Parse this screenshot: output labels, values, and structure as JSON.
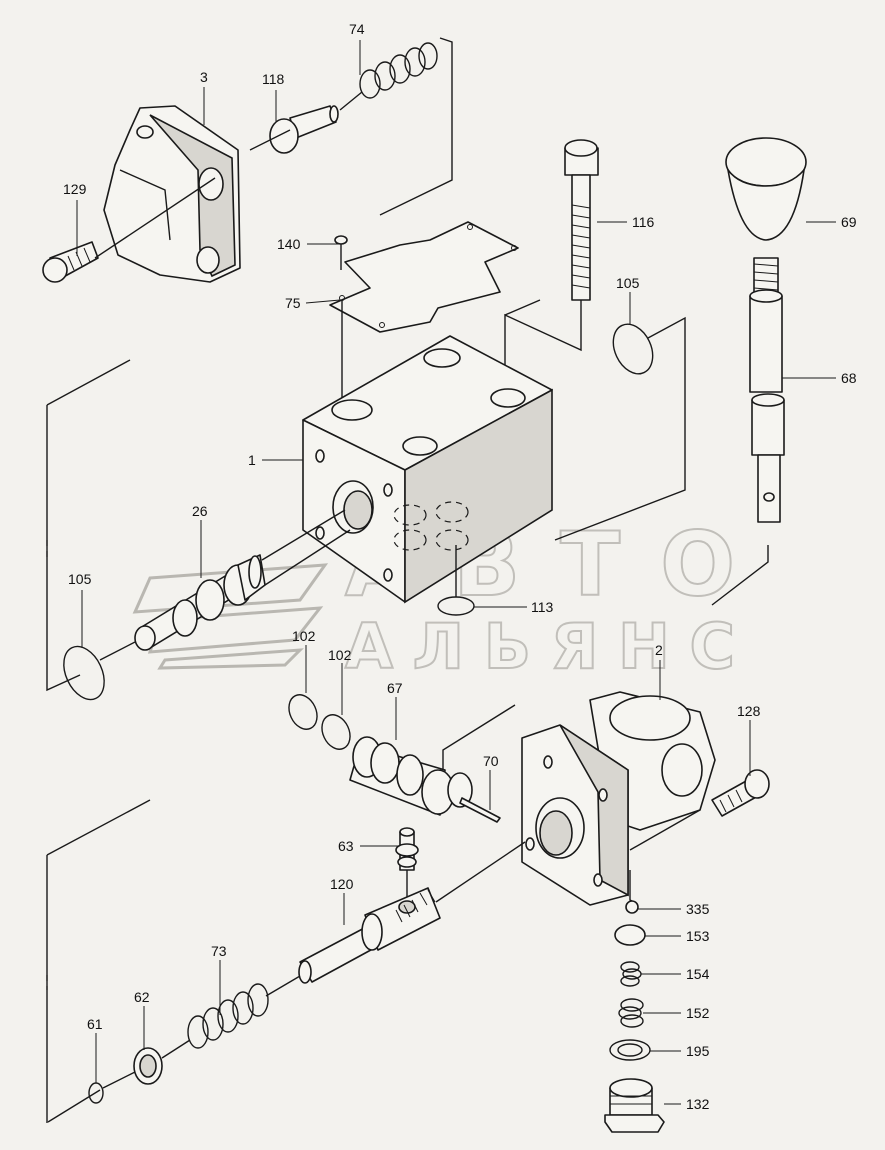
{
  "watermark": {
    "line1": "АВТО",
    "line2": "АЛЬЯНС"
  },
  "callouts": {
    "c74": "74",
    "c3": "3",
    "c118": "118",
    "c129": "129",
    "c140": "140",
    "c75": "75",
    "c116": "116",
    "c69": "69",
    "c105a": "105",
    "c68": "68",
    "c1": "1",
    "c26": "26",
    "c105b": "105",
    "c113": "113",
    "c102a": "102",
    "c102b": "102",
    "c67": "67",
    "c2": "2",
    "c128": "128",
    "c70": "70",
    "c63": "63",
    "c120": "120",
    "c335": "335",
    "c153": "153",
    "c73": "73",
    "c154": "154",
    "c62": "62",
    "c152": "152",
    "c61": "61",
    "c195": "195",
    "c132": "132"
  }
}
